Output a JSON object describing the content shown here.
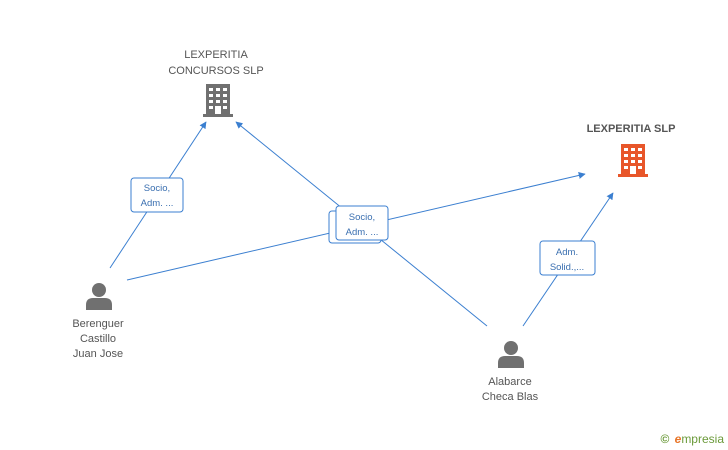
{
  "colors": {
    "edge": "#3b7fd0",
    "edge_box_border": "#3b7fd0",
    "edge_box_text": "#3a6fb0",
    "company_gray": "#707070",
    "company_highlight": "#e8562a",
    "person": "#707070",
    "text": "#555555",
    "brand_green": "#6b9a3a",
    "brand_orange": "#e8762a"
  },
  "nodes": {
    "lexperitia_concursos": {
      "lines": [
        "LEXPERITIA",
        "CONCURSOS  SLP"
      ],
      "icon": "building-icon"
    },
    "lexperitia_slp": {
      "lines": [
        "LEXPERITIA SLP"
      ],
      "icon": "building-icon-highlight"
    },
    "berenguer": {
      "lines": [
        "Berenguer",
        "Castillo",
        "Juan Jose"
      ],
      "icon": "person-icon"
    },
    "alabarce": {
      "lines": [
        "Alabarce",
        "Checa Blas"
      ],
      "icon": "person-icon"
    }
  },
  "edge_labels": {
    "berenguer_concursos": [
      "Socio,",
      "Adm. ..."
    ],
    "alabarce_both": [
      "Socio,",
      "Adm. ..."
    ],
    "alabarce_slp": [
      "Adm.",
      "Solid.,..."
    ]
  },
  "brand": {
    "copyright": "©",
    "initial": "e",
    "rest": "mpresia"
  }
}
